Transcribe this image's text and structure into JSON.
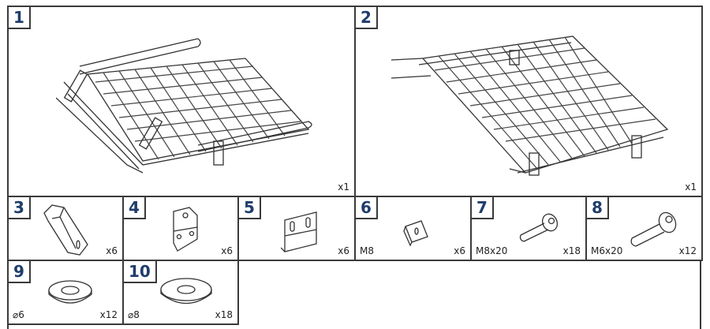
{
  "parts": [
    {
      "id": "1",
      "label": "1",
      "spec": "",
      "qty": "x1",
      "icon": "roof-rack-basket-with-mounts"
    },
    {
      "id": "2",
      "label": "2",
      "spec": "",
      "qty": "x1",
      "icon": "roof-rack-basket"
    },
    {
      "id": "3",
      "label": "3",
      "spec": "",
      "qty": "x6",
      "icon": "angled-bracket"
    },
    {
      "id": "4",
      "label": "4",
      "spec": "",
      "qty": "x6",
      "icon": "bent-plate-bracket"
    },
    {
      "id": "5",
      "label": "5",
      "spec": "",
      "qty": "x6",
      "icon": "slotted-plate-bracket"
    },
    {
      "id": "6",
      "label": "6",
      "spec": "M8",
      "qty": "x6",
      "icon": "square-nut"
    },
    {
      "id": "7",
      "label": "7",
      "spec": "M8x20",
      "qty": "x18",
      "icon": "button-head-bolt"
    },
    {
      "id": "8",
      "label": "8",
      "spec": "M6x20",
      "qty": "x12",
      "icon": "button-head-bolt"
    },
    {
      "id": "9",
      "label": "9",
      "spec": "⌀6",
      "qty": "x12",
      "icon": "washer"
    },
    {
      "id": "10",
      "label": "10",
      "spec": "⌀8",
      "qty": "x18",
      "icon": "washer"
    }
  ],
  "colors": {
    "number": "#1f3d6b",
    "border": "#3a3a3a"
  }
}
